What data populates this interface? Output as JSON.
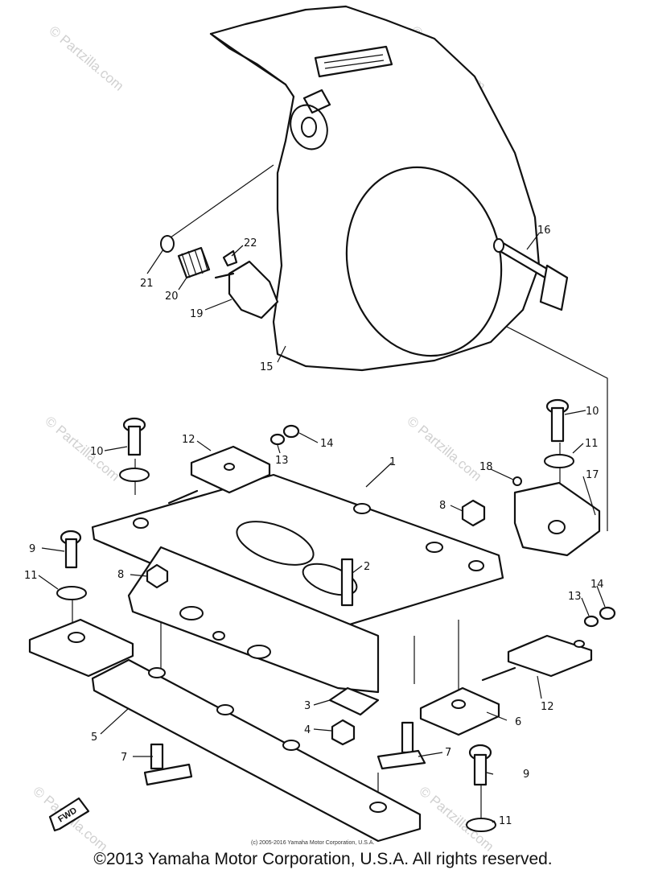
{
  "copyright": "©2013 Yamaha Motor Corporation, U.S.A. All rights reserved.",
  "source_note": "(c) 2005-2016 Yamaha Motor Corporation, U.S.A.",
  "watermark": "© Partzilla.com",
  "forward_marker": "FWD",
  "callouts": [
    "1",
    "2",
    "3",
    "4",
    "5",
    "6",
    "7",
    "7",
    "8",
    "8",
    "9",
    "9",
    "10",
    "10",
    "11",
    "11",
    "11",
    "12",
    "12",
    "13",
    "13",
    "14",
    "14",
    "15",
    "16",
    "17",
    "18",
    "19",
    "20",
    "21",
    "22"
  ]
}
